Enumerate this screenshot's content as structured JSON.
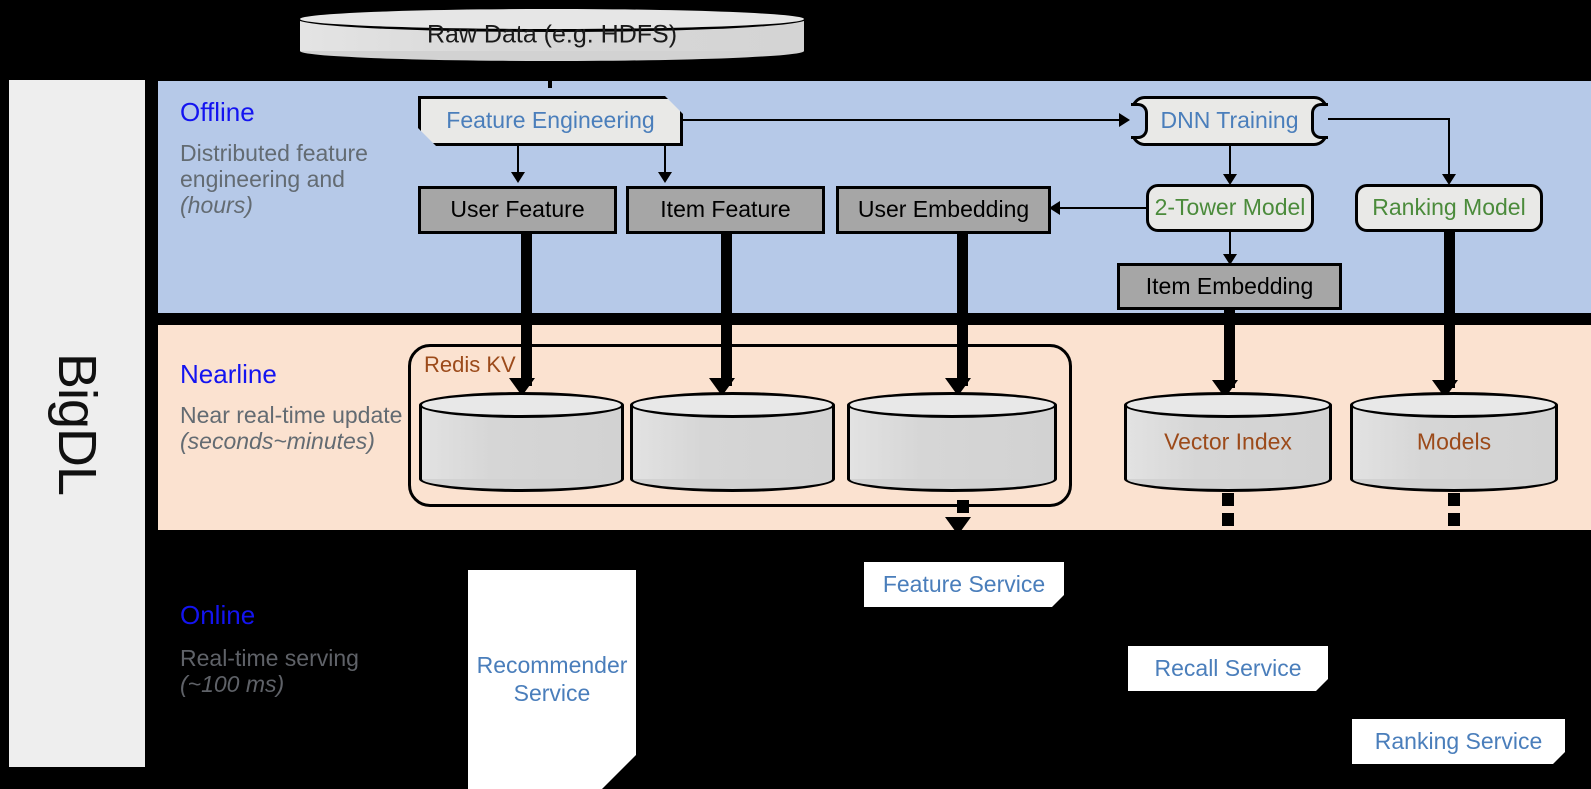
{
  "platform": {
    "name": "BigDL"
  },
  "sections": [
    {
      "id": "offline",
      "title": "Offline",
      "description": "Distributed feature engineering and ",
      "description_italic": "(hours)",
      "band_color": "#b6c9e8"
    },
    {
      "id": "nearline",
      "title": "Nearline",
      "description": "Near real-time update ",
      "description_italic": "(seconds~minutes)",
      "band_color": "#fbe2d0"
    },
    {
      "id": "online",
      "title": "Online",
      "description": "Real-time serving ",
      "description_italic": "(~100 ms)",
      "band_color": "#000000"
    }
  ],
  "nodes": {
    "raw_data": "Raw Data (e.g. HDFS)",
    "feature_engineering": "Feature Engineering",
    "dnn_training": "DNN Training",
    "user_feature": "User Feature",
    "item_feature": "Item Feature",
    "user_embedding": "User Embedding",
    "two_tower_model": "2-Tower Model",
    "ranking_model": "Ranking Model",
    "item_embedding": "Item Embedding",
    "redis_kv": "Redis KV",
    "vector_index": "Vector Index",
    "models": "Models",
    "feature_service": "Feature Service",
    "recall_service": "Recall Service",
    "ranking_service": "Ranking Service",
    "recommender_service_line1": "Recommender",
    "recommender_service_line2": "Service"
  },
  "colors": {
    "section_title": "#1414f0",
    "section_desc": "#636b72",
    "offline_band": "#b6c9e8",
    "nearline_band": "#fbe2d0",
    "online_band": "#000000",
    "gray_node": "#a6a6a6",
    "process_node": "#e9e9e7",
    "blue_text": "#4a7ebb",
    "green_text": "#4b8b3b",
    "brown_text": "#9c4a1a",
    "sidebar": "#eeeeee"
  }
}
